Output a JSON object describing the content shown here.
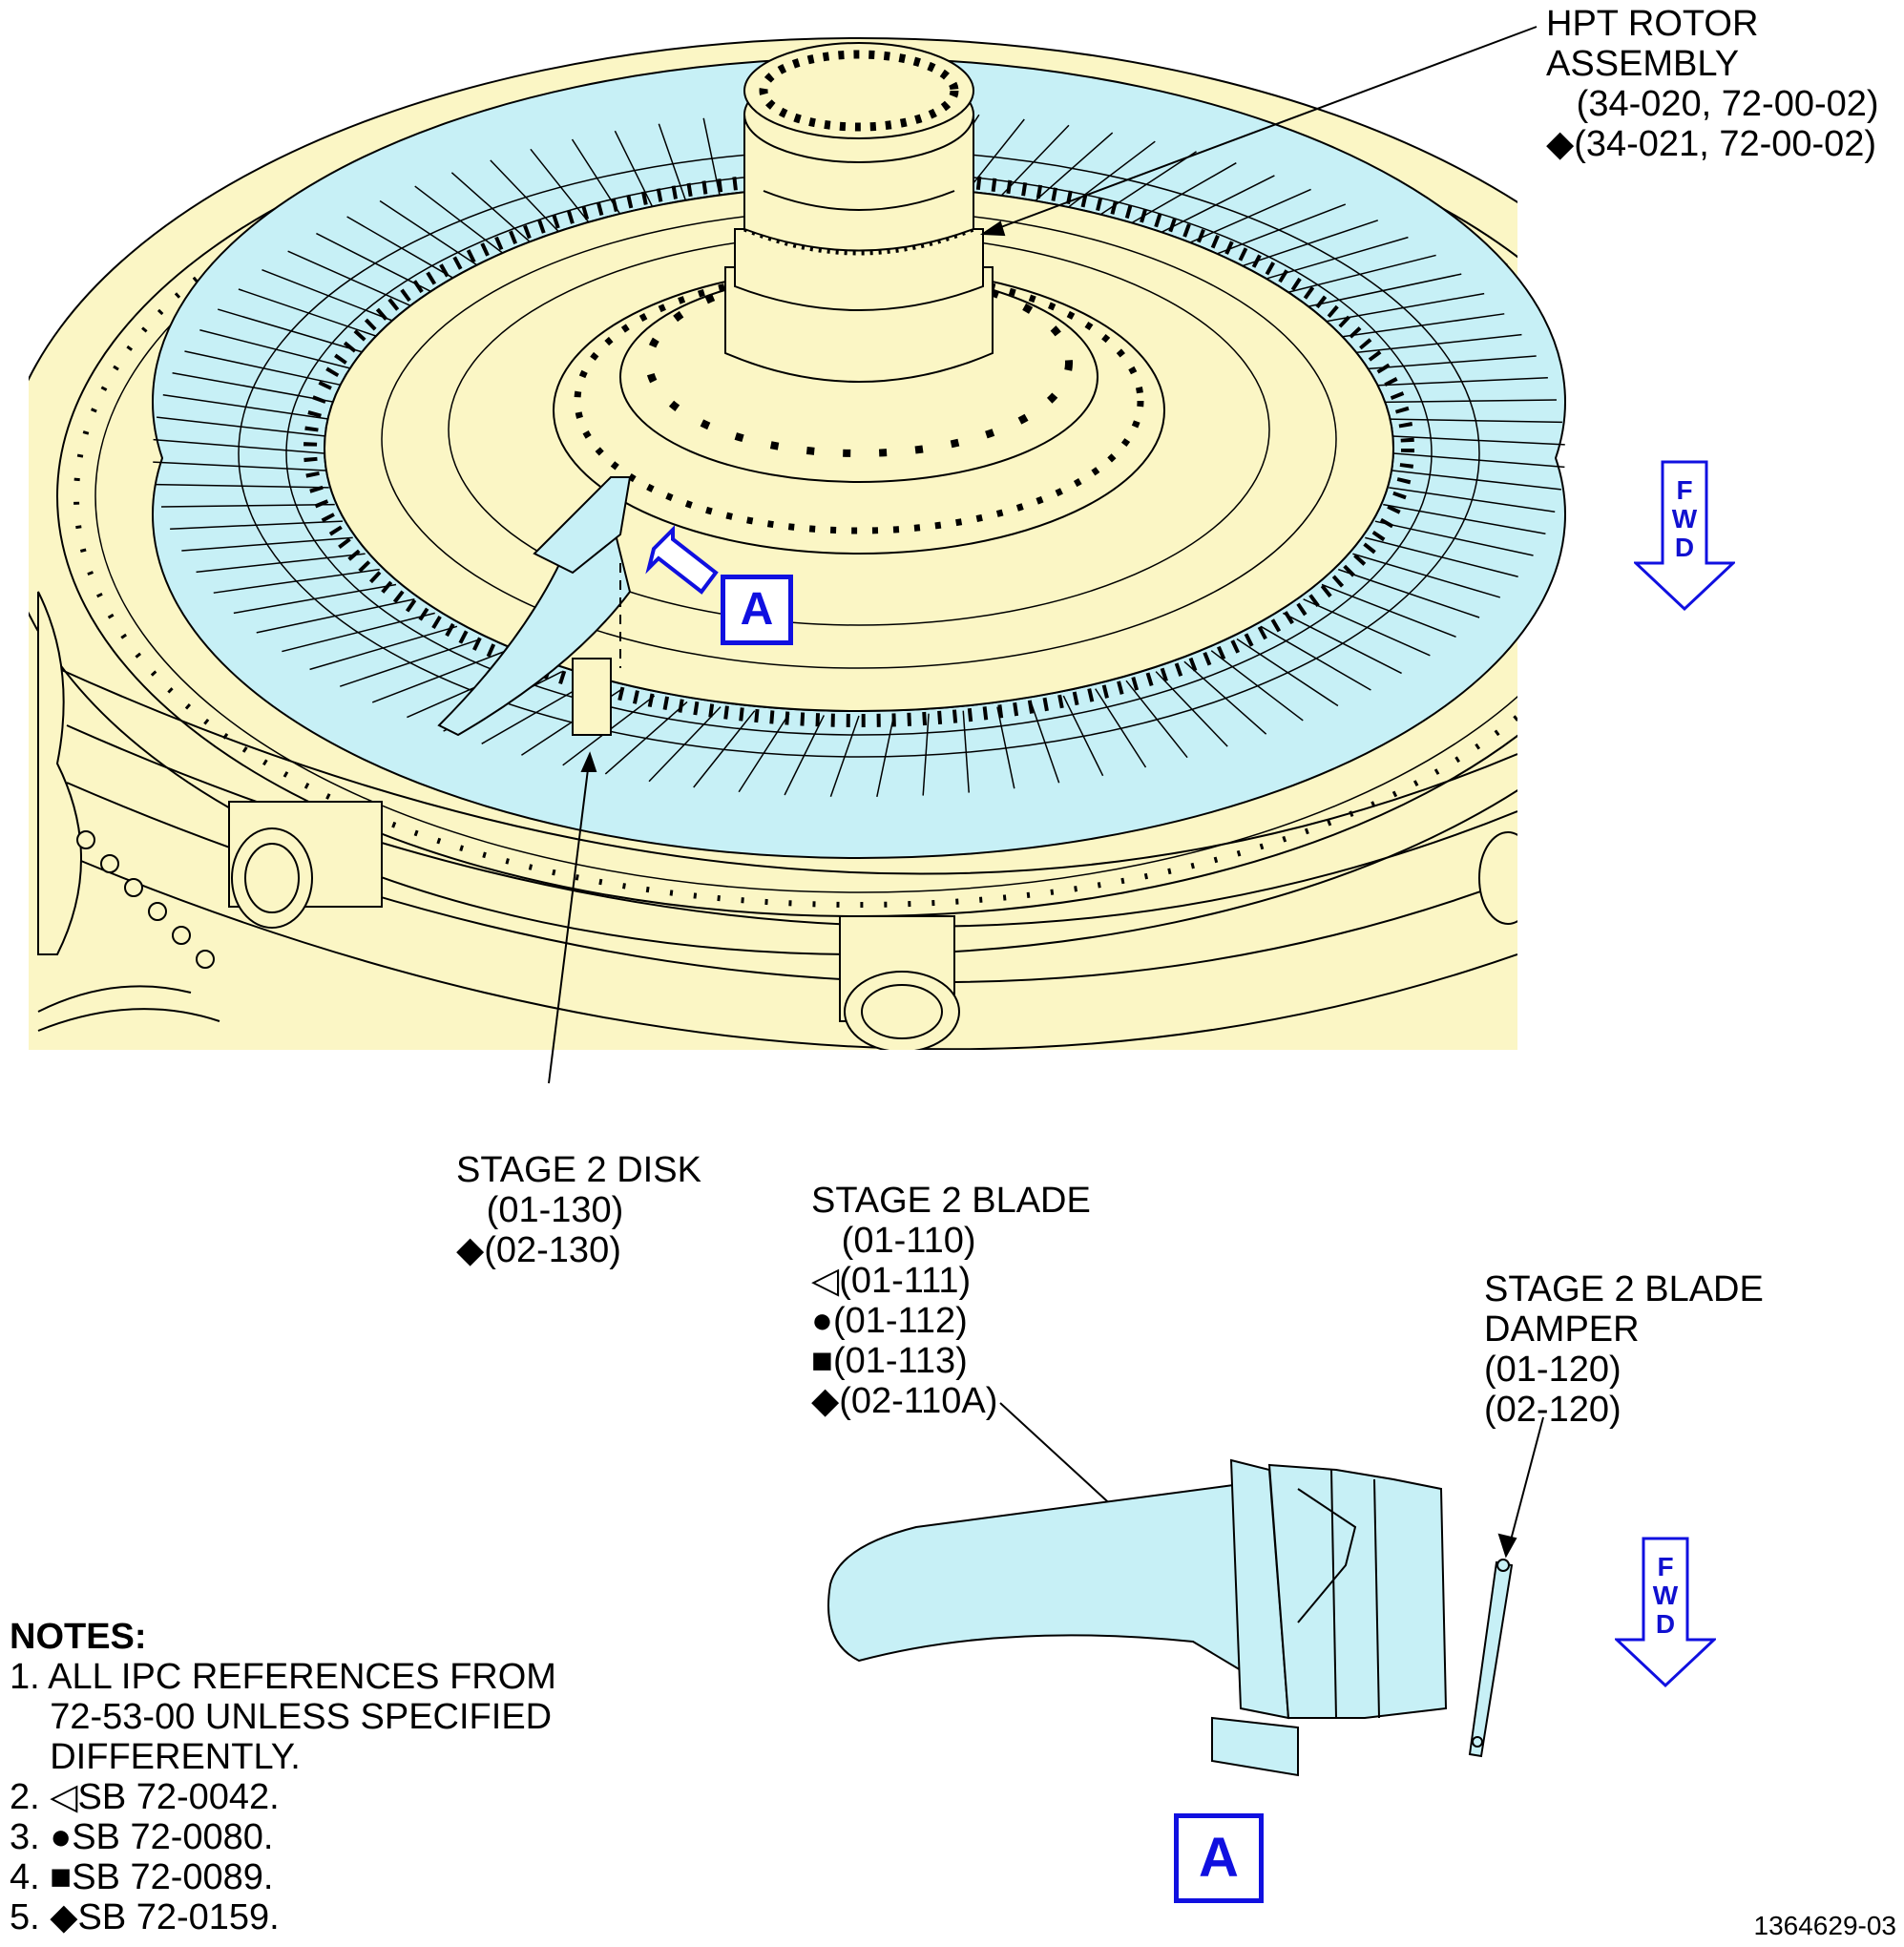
{
  "labels": {
    "hpt_rotor": [
      "HPT ROTOR",
      "ASSEMBLY",
      "   (34-020, 72-00-02)",
      "◆(34-021, 72-00-02)"
    ],
    "stage2_disk": [
      "STAGE 2 DISK",
      "   (01-130)",
      "◆(02-130)"
    ],
    "stage2_blade": [
      "STAGE 2 BLADE",
      "   (01-110)",
      "◁(01-111)",
      "●(01-112)",
      "■(01-113)",
      "◆(02-110A)"
    ],
    "stage2_damper": [
      "STAGE 2 BLADE",
      "DAMPER",
      "(01-120)",
      "(02-120)"
    ]
  },
  "notes": {
    "title": "NOTES:",
    "items": [
      "1. ALL IPC REFERENCES FROM",
      "    72-53-00 UNLESS SPECIFIED",
      "    DIFFERENTLY.",
      "2. ◁SB 72-0042.",
      "3. ●SB 72-0080.",
      "4. ■SB 72-0089.",
      "5. ◆SB 72-0159."
    ]
  },
  "view_marker": "A",
  "fwd": [
    "F",
    "W",
    "D"
  ],
  "document_number": "1364629-03",
  "colors": {
    "engine_fill": "#fbf6c5",
    "blade_fill": "#c7f0f6",
    "callout_blue": "#1010e0"
  }
}
